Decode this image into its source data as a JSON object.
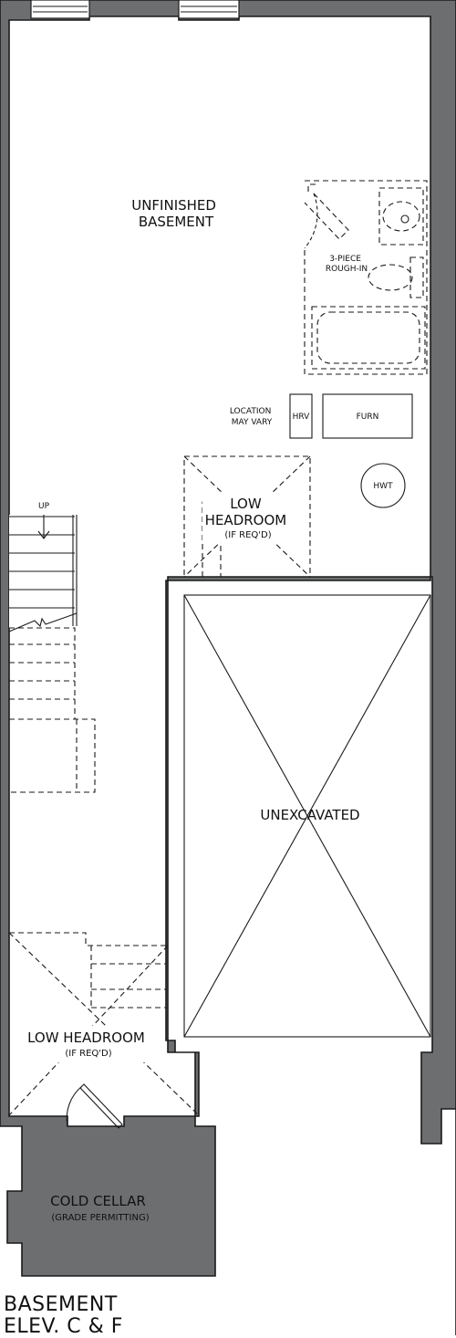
{
  "rooms": {
    "unfinished_basement": [
      "UNFINISHED",
      "BASEMENT"
    ],
    "rough_in": [
      "3-PIECE",
      "ROUGH-IN"
    ],
    "location_note": [
      "LOCATION",
      "MAY VARY"
    ],
    "hrv": "HRV",
    "furnace": "FURN",
    "hot_water_tank": "HWT",
    "low_headroom_upper": [
      "LOW",
      "HEADROOM",
      "(IF REQ'D)"
    ],
    "stair_up": "UP",
    "unexcavated": "UNEXCAVATED",
    "low_headroom_lower": [
      "LOW HEADROOM",
      "(IF REQ'D)"
    ],
    "cold_cellar": [
      "COLD CELLAR",
      "(GRADE PERMITTING)"
    ]
  },
  "plan_title": [
    "BASEMENT",
    "ELEV. C & F"
  ]
}
